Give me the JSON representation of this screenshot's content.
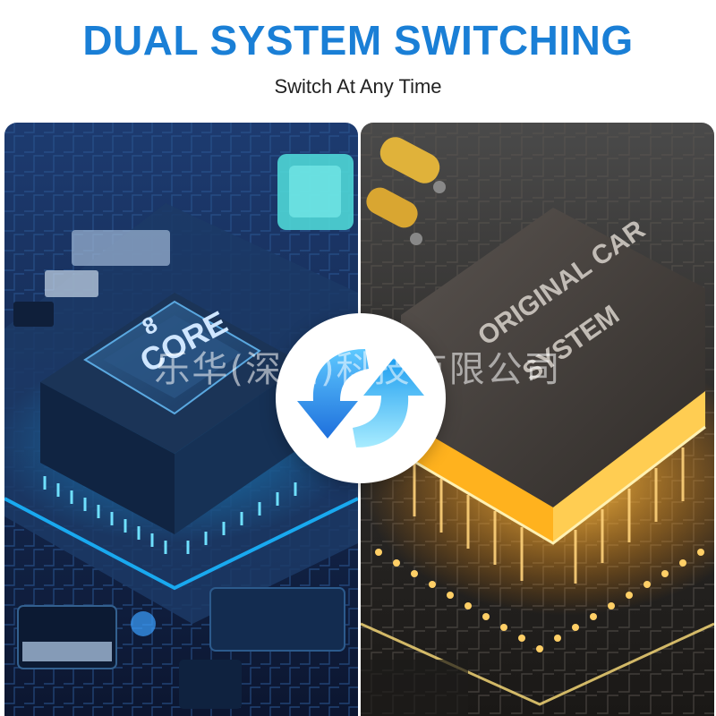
{
  "header": {
    "title": "DUAL SYSTEM SWITCHING",
    "subtitle": "Switch At Any Time"
  },
  "left_panel": {
    "chip_text_line1": "8",
    "chip_text_line2": "CORE"
  },
  "right_panel": {
    "chip_text_line1": "ORIGINAL CAR",
    "chip_text_line2": "SYSTEM"
  },
  "switch_icon": "sync-arrows-icon",
  "watermark": "乐华(深圳)科技有限公司",
  "colors": {
    "title": "#1a7fd6",
    "subtitle": "#222222",
    "left_glow": "#19b6ff",
    "right_glow": "#ffb21e",
    "arrow_blue": "#1e88e5",
    "arrow_cyan": "#29c4f6"
  }
}
